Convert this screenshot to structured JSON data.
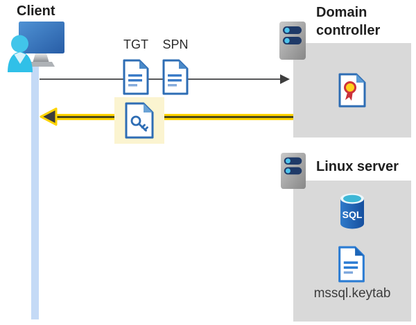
{
  "client": {
    "label": "Client"
  },
  "flow": {
    "tgt_label": "TGT",
    "spn_label": "SPN",
    "request_arrow": {
      "direction": "left-to-right",
      "color": "#595959"
    },
    "response_arrow": {
      "direction": "right-to-left",
      "color": "#FFD400"
    }
  },
  "domain_controller": {
    "label": "Domain controller"
  },
  "linux_server": {
    "label": "Linux server",
    "sql_badge": "SQL",
    "keytab_file": "mssql.keytab"
  },
  "icons": {
    "client": "monitor-and-user-icon",
    "tgt": "document-icon",
    "spn": "document-icon",
    "ticket": "key-document-icon",
    "domain_controller": "server-icon",
    "certificate": "certificate-icon",
    "linux_server": "server-icon",
    "database": "sql-database-icon",
    "keytab": "document-icon"
  },
  "colors": {
    "highlight_box": "#FBF4D0",
    "panel_gray": "#D9D9D9",
    "arrow_yellow": "#FFD400",
    "arrow_gray": "#595959",
    "document_blue": "#2E6DB4",
    "lifeline_blue": "#C4DAF6",
    "person_cyan": "#35C1E7",
    "monitor_blue": "#2B5FA7",
    "server_bar_navy": "#1F3A68",
    "sql_cyan": "#3DB7D6"
  }
}
